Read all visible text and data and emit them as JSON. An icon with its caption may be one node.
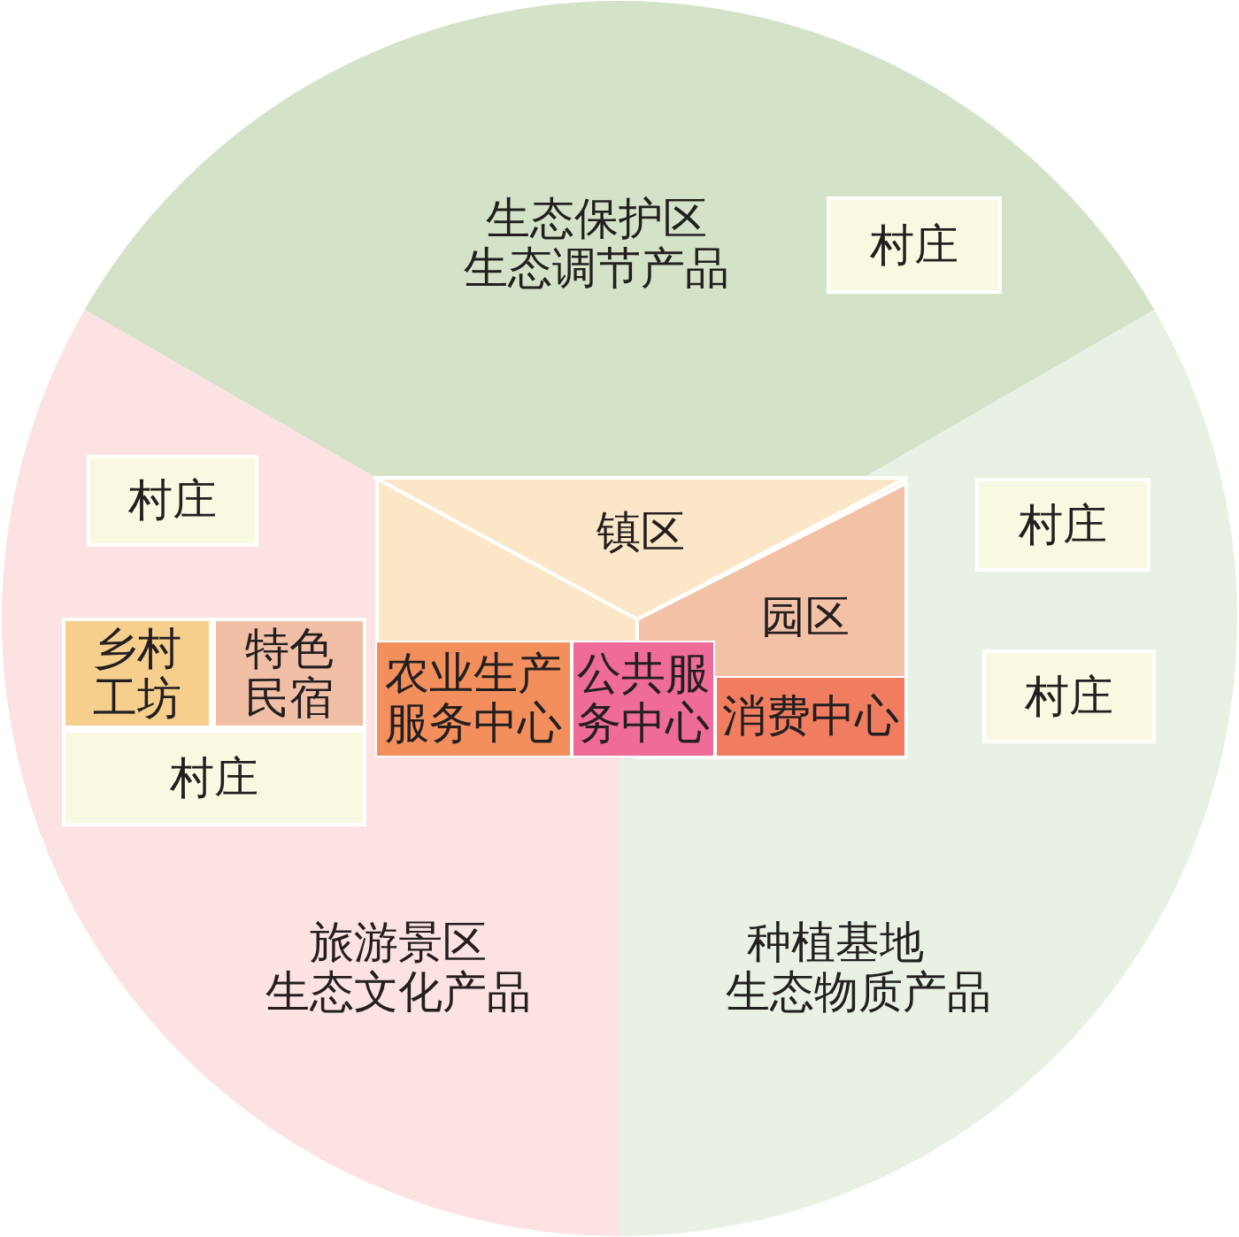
{
  "diagram": {
    "nodes": [
      {
        "text": [
          "生态保护区",
          "生态调节产品"
        ]
      },
      {
        "text": [
          "村庄"
        ],
        "in": 0
      },
      {
        "text": [
          "镇区"
        ],
        "in": 0
      },
      {
        "text": [
          "旅游景区",
          "生态文化产品"
        ]
      },
      {
        "text": [
          "村庄"
        ],
        "in": 3
      },
      {
        "text": [
          "乡村工坊"
        ],
        "in": 3
      },
      {
        "text": [
          "特色民宿"
        ],
        "in": 3
      },
      {
        "text": [
          "村庄"
        ],
        "in": 3
      },
      {
        "text": [
          "农业生产服务中心"
        ],
        "in": 3
      },
      {
        "text": [
          "公共服务中心"
        ]
      },
      {
        "text": [
          "种植基地",
          "生态物质产品"
        ]
      },
      {
        "text": [
          "园区"
        ],
        "in": 10
      },
      {
        "text": [
          "消费中心"
        ],
        "in": 11
      },
      {
        "text": [
          "村庄"
        ],
        "in": 10
      },
      {
        "text": [
          "村庄"
        ],
        "in": 10
      }
    ]
  }
}
